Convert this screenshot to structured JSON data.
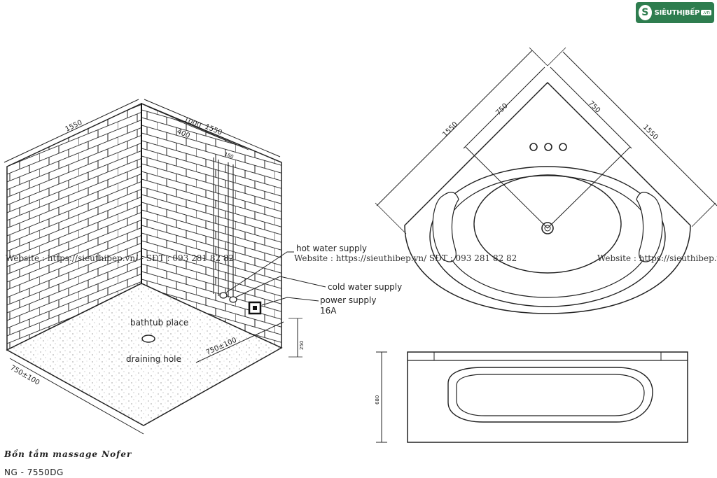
{
  "brand": {
    "logo_text": "SIÊUTHỊBẾP",
    "logo_tld": ".vn",
    "logo_mark": "S"
  },
  "watermarks": [
    "Website : https://sieuthibep.vn/ - SĐT : 093 281 82 82",
    "Website : https://sieuthibep.vn/ SĐT : 093 281 82 82",
    "Website : https://sieuthibep.vn/"
  ],
  "install_view": {
    "labels": {
      "hot_water": "hot water supply",
      "cold_water": "cold water supply",
      "power_1": "power supply",
      "power_2": "16A",
      "bathtub_place": "bathtub place",
      "draining_hole": "draining hole"
    },
    "dims": {
      "left_wall": "1550",
      "back_wall": "1550",
      "back_1000": "1000",
      "back_400": "400",
      "pipe_gap": "180",
      "floor_left": "750±100",
      "floor_right": "750±100",
      "height_small": "250"
    }
  },
  "top_view": {
    "dims": {
      "left_outer": "1550",
      "right_outer": "1550",
      "left_inner": "750",
      "right_inner": "750"
    }
  },
  "front_view": {
    "dims": {
      "height": "680"
    }
  },
  "caption": {
    "title": "Bồn tắm massage Nofer",
    "model": "NG - 7550DG"
  }
}
